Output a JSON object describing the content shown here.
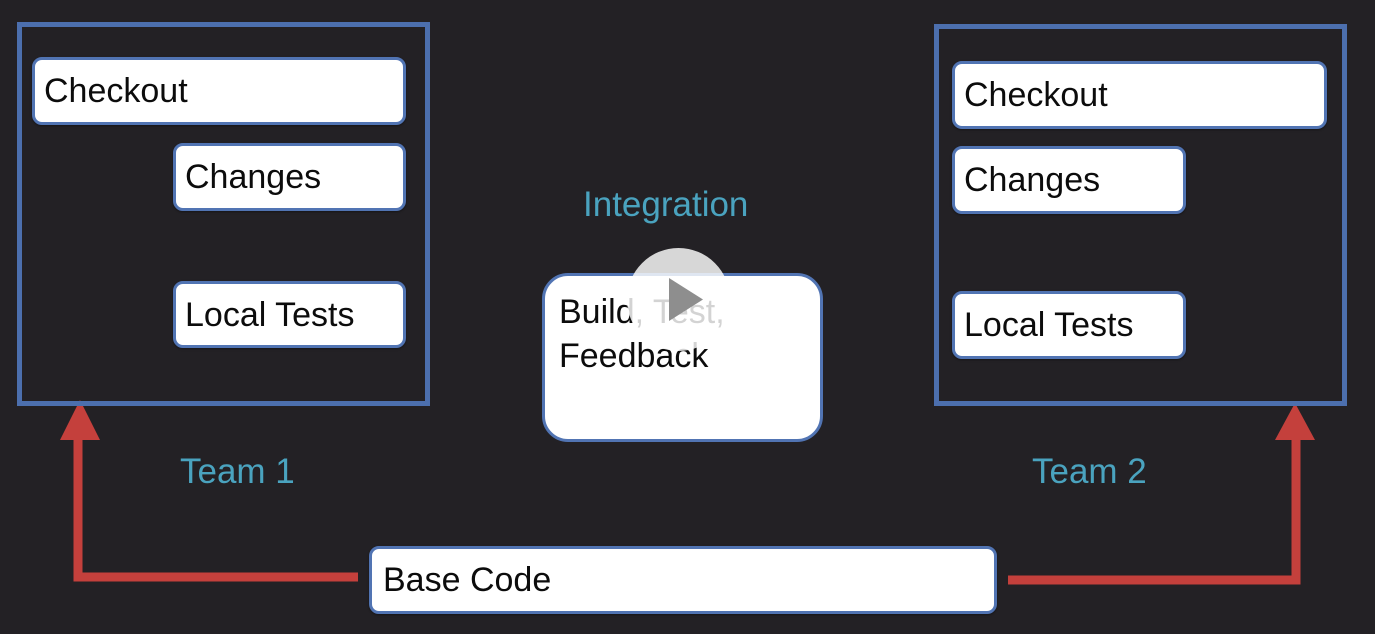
{
  "team1": {
    "label": "Team 1",
    "checkout": "Checkout",
    "changes": "Changes",
    "local_tests": "Local Tests"
  },
  "team2": {
    "label": "Team 2",
    "checkout": "Checkout",
    "changes": "Changes",
    "local_tests": "Local Tests"
  },
  "integration": {
    "label": "Integration",
    "line1": "Build, Test,",
    "line2": "Feedback"
  },
  "base_code": "Base Code",
  "colors": {
    "background": "#232125",
    "frame": "#4c6fae",
    "box_border": "#5174b3",
    "label": "#4aa3bf",
    "arrow": "#c4403c"
  },
  "play_icon": "play-button-icon"
}
